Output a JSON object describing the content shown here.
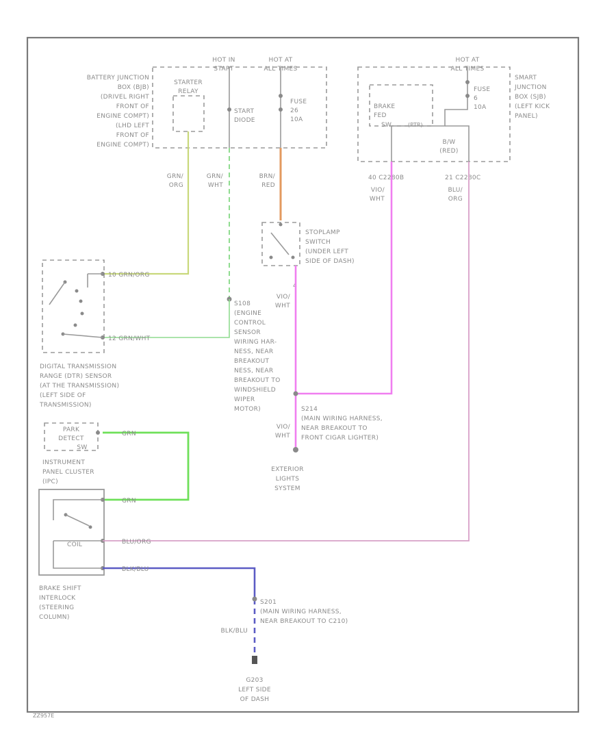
{
  "diagram_id": "ZZ957E",
  "modules": {
    "battery_junction_box": {
      "label_lines": [
        "BATTERY JUNCTION",
        "BOX (BJB)",
        "(DRIVEL RIGHT",
        "FRONT OF",
        "ENGINE COMPT)",
        "(LHD LEFT",
        "FRONT OF",
        "ENGINE COMPT)"
      ]
    },
    "starter_relay": {
      "label_lines": [
        "STARTER",
        "RELAY"
      ]
    },
    "start_diode": {
      "label_lines": [
        "START",
        "DIODE"
      ]
    },
    "fuse_bjb": {
      "label_lines": [
        "FUSE",
        "26",
        "10A"
      ]
    },
    "hot_in_start": {
      "label_lines": [
        "HOT IN",
        "START"
      ]
    },
    "hot_at_all_times_1": {
      "label_lines": [
        "HOT AT",
        "ALL TIMES"
      ]
    },
    "hot_at_all_times_2": {
      "label_lines": [
        "HOT AT",
        "ALL TIMES"
      ]
    },
    "smart_junction_box": {
      "label_lines": [
        "SMART",
        "JUNCTION",
        "BOX (SJB)",
        "(LEFT KICK",
        "PANEL)"
      ]
    },
    "brake_fed": {
      "label_lines": [
        "BRAKE",
        "FED",
        "SW"
      ],
      "ptc": "(PTR)"
    },
    "fuse_sjb": {
      "label_lines": [
        "FUSE",
        "6",
        "10A"
      ]
    },
    "sjb_pin": {
      "label_lines": [
        "B/W",
        "(RED)"
      ]
    },
    "stoplamp_switch": {
      "label_lines": [
        "STOPLAMP",
        "SWITCH",
        "(UNDER LEFT",
        "SIDE OF DASH)"
      ]
    },
    "digital_trs": {
      "label_lines": [
        "DIGITAL TRANSMISSION",
        "RANGE (DTR) SENSOR",
        "(AT THE TRANSMISSION)",
        "(LEFT SIDE OF",
        "TRANSMISSION)"
      ]
    },
    "park_detect": {
      "label_lines": [
        "PARK",
        "DETECT",
        "SW"
      ]
    },
    "ipc": {
      "label_lines": [
        "INSTRUMENT",
        "PANEL CLUSTER",
        "(IPC)"
      ]
    },
    "brake_shift_interlock": {
      "label_lines": [
        "BRAKE SHIFT",
        "INTERLOCK",
        "(STEERING",
        "COLUMN)"
      ],
      "inner": "COIL"
    },
    "exterior_lights": {
      "label_lines": [
        "EXTERIOR",
        "LIGHTS",
        "SYSTEM"
      ]
    },
    "ground_g203": {
      "label_lines": [
        "G203",
        "LEFT SIDE",
        "OF DASH"
      ]
    }
  },
  "splices": {
    "s108": {
      "label_lines": [
        "S108",
        "(ENGINE",
        "CONTROL",
        "SENSOR",
        "WIRING HAR-",
        "NESS, NEAR",
        "BREAKOUT",
        "NESS, NEAR",
        "BREAKOUT TO",
        "WINDSHIELD",
        "WIPER",
        "MOTOR)"
      ]
    },
    "s214": {
      "label_lines": [
        "S214",
        "(MAIN WIRING HARNESS,",
        "NEAR BREAKOUT TO",
        "FRONT CIGAR LIGHTER)"
      ]
    },
    "s201": {
      "label_lines": [
        "S201",
        "(MAIN WIRING HARNESS,",
        "NEAR BREAKOUT TO C210)"
      ]
    }
  },
  "wires": {
    "grn_org_1": [
      "GRN/",
      "ORG"
    ],
    "grn_wht_1": [
      "GRN/",
      "WHT"
    ],
    "brn_red": [
      "BRN/",
      "RED"
    ],
    "vio_wht_1": [
      "VIO/",
      "WHT"
    ],
    "blu_org_1": [
      "BLU/",
      "ORG"
    ],
    "vio_wht_2": [
      "VIO/",
      "WHT"
    ],
    "vio_wht_3": [
      "VIO/",
      "WHT"
    ],
    "blk_blu": "BLK/BLU"
  },
  "connectors": {
    "c2280b": "40    C2280B",
    "c2280c": "21    C2280C",
    "stop_pin": "4",
    "dtr_top": "10   GRN/ORG",
    "dtr_bottom": "12   GRN/WHT",
    "ipc_top": "GRN",
    "bsi_top": "GRN",
    "bsi_mid": "BLU/ORG",
    "bsi_bottom": "BLK/BLU"
  },
  "colors": {
    "grn_org": "#c8d87a",
    "grn_wht": "#8fdc8f",
    "brn_red": "#e39a5f",
    "vio_wht": "#f07ef0",
    "blu_org": "#d8a0c8",
    "grn": "#6fe05a",
    "blk_blu": "#5b5bc4",
    "ink": "#8a8a8a"
  }
}
